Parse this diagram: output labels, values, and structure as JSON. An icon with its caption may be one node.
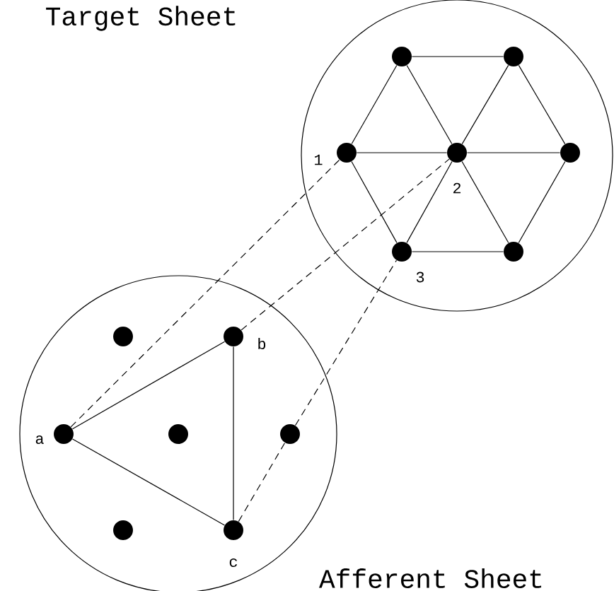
{
  "diagram": {
    "nodes": [
      {
        "text": [
          "Target Sheet"
        ]
      },
      {
        "text": [],
        "shape": "circle",
        "in": 0
      },
      {
        "text": [],
        "shape": "circle",
        "in": 0
      },
      {
        "text": [],
        "shape": "circle",
        "in": 0,
        "beside": [
          "1"
        ]
      },
      {
        "text": [],
        "shape": "circle",
        "in": 0,
        "beside": [
          "2"
        ]
      },
      {
        "text": [],
        "shape": "circle",
        "in": 0
      },
      {
        "text": [],
        "shape": "circle",
        "in": 0,
        "beside": [
          "3"
        ]
      },
      {
        "text": [],
        "shape": "circle",
        "in": 0
      },
      {
        "text": [
          "Afferent Sheet"
        ]
      },
      {
        "text": [],
        "shape": "circle",
        "in": 8
      },
      {
        "text": [],
        "shape": "circle",
        "in": 8,
        "beside": [
          "b"
        ]
      },
      {
        "text": [],
        "shape": "circle",
        "in": 8,
        "beside": [
          "a"
        ]
      },
      {
        "text": [],
        "shape": "circle",
        "in": 8
      },
      {
        "text": [],
        "shape": "circle",
        "in": 8
      },
      {
        "text": [],
        "shape": "circle",
        "in": 8
      },
      {
        "text": [],
        "shape": "circle",
        "in": 8,
        "beside": [
          "c"
        ]
      }
    ],
    "edges": [
      {
        "from": 1,
        "to": 2,
        "arrow": "none"
      },
      {
        "from": 1,
        "to": 3,
        "arrow": "none"
      },
      {
        "from": 1,
        "to": 4,
        "arrow": "none"
      },
      {
        "from": 2,
        "to": 4,
        "arrow": "none"
      },
      {
        "from": 2,
        "to": 5,
        "arrow": "none"
      },
      {
        "from": 3,
        "to": 4,
        "arrow": "none"
      },
      {
        "from": 4,
        "to": 5,
        "arrow": "none"
      },
      {
        "from": 3,
        "to": 6,
        "arrow": "none"
      },
      {
        "from": 6,
        "to": 4,
        "arrow": "none"
      },
      {
        "from": 4,
        "to": 7,
        "arrow": "none"
      },
      {
        "from": 5,
        "to": 7,
        "arrow": "none"
      },
      {
        "from": 6,
        "to": 7,
        "arrow": "none"
      },
      {
        "from": 11,
        "to": 10,
        "arrow": "none"
      },
      {
        "from": 10,
        "to": 15,
        "arrow": "none"
      },
      {
        "from": 11,
        "to": 15,
        "arrow": "none"
      },
      {
        "from": 11,
        "to": 3,
        "arrow": "none",
        "style": "dashed"
      },
      {
        "from": 10,
        "to": 4,
        "arrow": "none",
        "style": "dashed"
      },
      {
        "from": 15,
        "to": 13,
        "arrow": "none",
        "style": "dashed"
      },
      {
        "from": 13,
        "to": 6,
        "arrow": "none",
        "style": "dashed"
      }
    ]
  }
}
